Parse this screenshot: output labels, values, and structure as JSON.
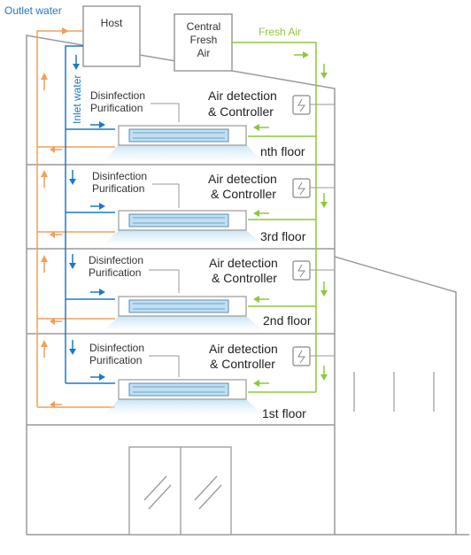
{
  "labels": {
    "outlet_water": "Outlet water",
    "host": "Host",
    "central_fresh_air": [
      "Central",
      "Fresh",
      "Air"
    ],
    "fresh_air": "Fresh Air",
    "inlet_water": "Inlet water"
  },
  "floors": [
    {
      "name": "nth floor",
      "unit_label": [
        "Disinfection",
        "Purification"
      ],
      "controller_label": [
        "Air detection",
        "& Controller"
      ]
    },
    {
      "name": "3rd floor",
      "unit_label": [
        "Disinfection",
        "Purification"
      ],
      "controller_label": [
        "Air detection",
        "& Controller"
      ]
    },
    {
      "name": "2nd floor",
      "unit_label": [
        "Disinfection",
        "Purification"
      ],
      "controller_label": [
        "Air detection",
        "& Controller"
      ]
    },
    {
      "name": "1st floor",
      "unit_label": [
        "Disinfection",
        "Purification"
      ],
      "controller_label": [
        "Air detection",
        "& Controller"
      ]
    }
  ],
  "colors": {
    "outlet_pipe": "#f0a05a",
    "inlet_pipe": "#1e78c8",
    "fresh_air_pipe": "#8cc83c",
    "building_outline": "#9a9a9a",
    "unit_fill": "#bfe0f4"
  }
}
